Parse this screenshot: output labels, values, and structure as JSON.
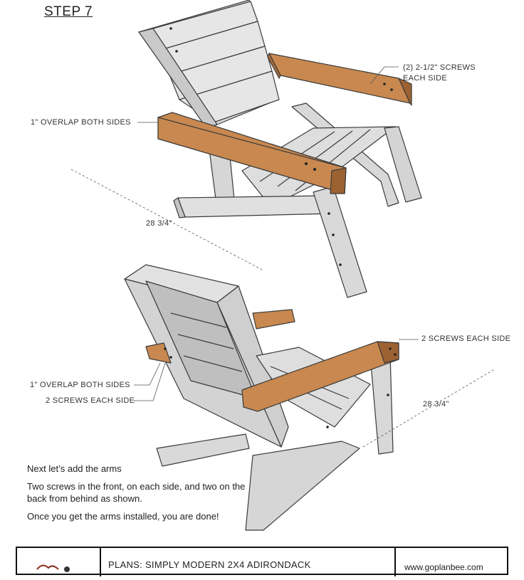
{
  "step_title": "STEP 7",
  "top_view": {
    "label_screws": "(2) 2-1/2\" SCREWS\nEACH SIDE",
    "label_overlap": "1\" OVERLAP BOTH SIDES",
    "dimension": "28 3/4\""
  },
  "bottom_view": {
    "label_screws_right": "2 SCREWS EACH SIDE",
    "label_overlap": "1\" OVERLAP BOTH SIDES",
    "label_screws_left": "2 SCREWS EACH SIDE",
    "dimension": "28 3/4\""
  },
  "instructions": [
    "Next let’s add the arms",
    "Two screws in the front, on each side, and two on the back from behind as shown.",
    "Once you get the arms installed, you are done!"
  ],
  "footer": {
    "plan_title": "PLANS: SIMPLY MODERN 2X4 ADIRONDACK",
    "website": "www.goplanbee.com"
  },
  "colors": {
    "wood": "#c8884f",
    "wood_dark": "#9c6232",
    "frame": "#dcdcdc",
    "frame_shade": "#b9b9b9",
    "outline": "#3a3a3a"
  }
}
